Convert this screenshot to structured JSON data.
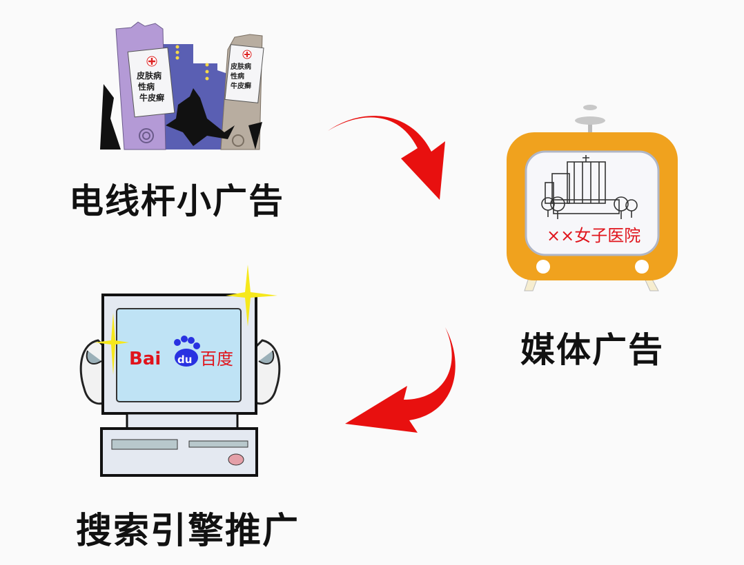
{
  "diagram": {
    "type": "flow",
    "nodes": [
      {
        "id": "poles",
        "label": "电线杆小广告",
        "illustration": "utility-poles-with-ads",
        "sign_text": [
          "皮肤病",
          "性病",
          "牛皮癣"
        ]
      },
      {
        "id": "media",
        "label": "媒体广告",
        "illustration": "tv-hospital-ad",
        "screen_text": "××女子医院"
      },
      {
        "id": "search",
        "label": "搜索引擎推广",
        "illustration": "computer-baidu",
        "screen_logo": {
          "latin_a": "Bai",
          "latin_b": "du",
          "chinese": "百度"
        }
      }
    ],
    "edges": [
      {
        "from": "poles",
        "to": "media",
        "style": "red-curved-arrow"
      },
      {
        "from": "media",
        "to": "search",
        "style": "red-curved-arrow"
      }
    ],
    "colors": {
      "arrow": "#e8100f",
      "tv_frame": "#f0a21e",
      "monitor_screen": "#bfe3f5",
      "baidu_red": "#e0141c",
      "baidu_blue": "#2932e1",
      "pole_purple": "#b49ad6",
      "pole_gray": "#b8ada0",
      "building_blue": "#5a5fb3"
    }
  }
}
